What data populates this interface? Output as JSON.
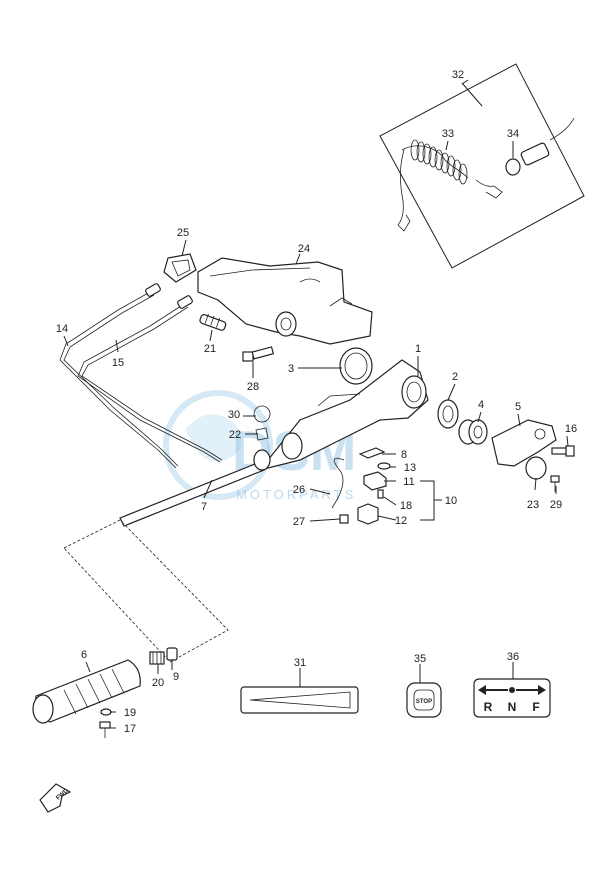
{
  "diagram": {
    "callouts": [
      "1",
      "2",
      "3",
      "4",
      "5",
      "6",
      "7",
      "8",
      "9",
      "10",
      "11",
      "12",
      "13",
      "14",
      "15",
      "16",
      "17",
      "18",
      "19",
      "20",
      "21",
      "22",
      "23",
      "24",
      "25",
      "26",
      "27",
      "28",
      "29",
      "30",
      "31",
      "32",
      "33",
      "34",
      "35",
      "36"
    ],
    "watermark": {
      "brand": "DSM",
      "sub": "MOTORPARTS"
    },
    "decals": {
      "stop": "STOP",
      "gear_letters": [
        "R",
        "N",
        "F"
      ]
    },
    "fwd_label": "FWD"
  }
}
